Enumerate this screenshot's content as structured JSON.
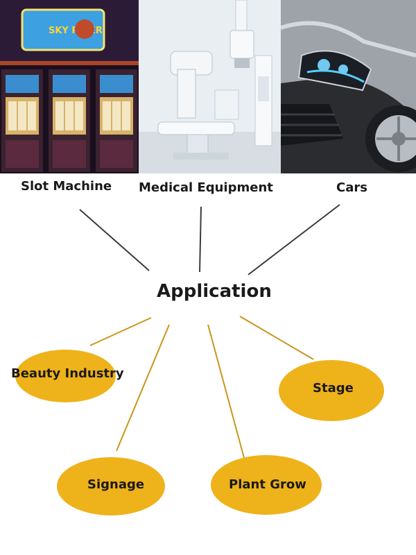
{
  "top_labels": {
    "slot_machine": "Slot Machine",
    "medical_equipment": "Medical Equipment",
    "cars": "Cars"
  },
  "center_title": "Application",
  "bubbles": {
    "beauty_industry": "Beauty Industry",
    "stage": "Stage",
    "signage": "Signage",
    "plant_grow": "Plant Grow"
  },
  "colors": {
    "bubble_fill": "#eeb21b",
    "connector_gray": "#3a3a3a",
    "connector_gold": "#c9961a"
  },
  "photo_marquee_text": "SKY RIDER"
}
